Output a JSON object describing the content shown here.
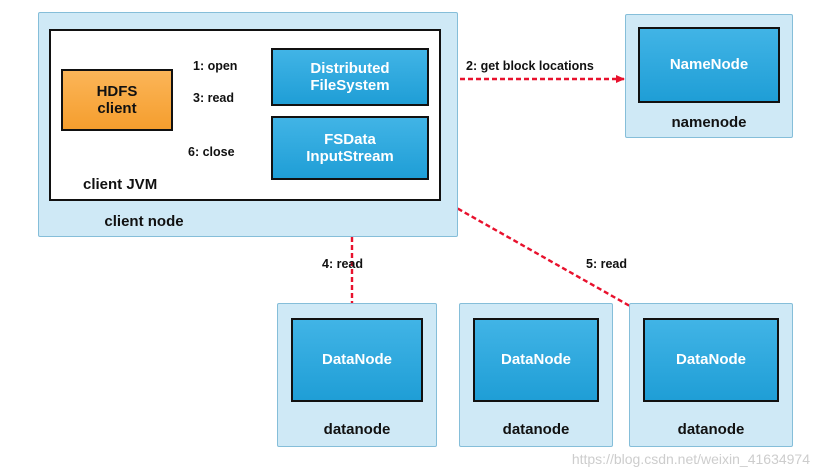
{
  "diagram": {
    "client": {
      "group_label": "client node",
      "jvm_label": "client JVM",
      "hdfs_client": "HDFS\nclient",
      "distributed_filesystem": "Distributed\nFileSystem",
      "fsdata_inputstream": "FSData\nInputStream"
    },
    "namenode": {
      "box": "NameNode",
      "group_label": "namenode"
    },
    "datanodes": [
      {
        "box": "DataNode",
        "group_label": "datanode"
      },
      {
        "box": "DataNode",
        "group_label": "datanode"
      },
      {
        "box": "DataNode",
        "group_label": "datanode"
      }
    ],
    "arrows": {
      "open": "1: open",
      "get_block_locations": "2: get block locations",
      "read3": "3: read",
      "read4": "4: read",
      "read5": "5: read",
      "close": "6: close"
    },
    "watermark": "https://blog.csdn.net/weixin_41634974",
    "colors": {
      "group_fill": "#cfe9f6",
      "node_fill": "#2fa9de",
      "hdfs_fill": "#f8a841",
      "arrow_red": "#e8112d"
    }
  }
}
